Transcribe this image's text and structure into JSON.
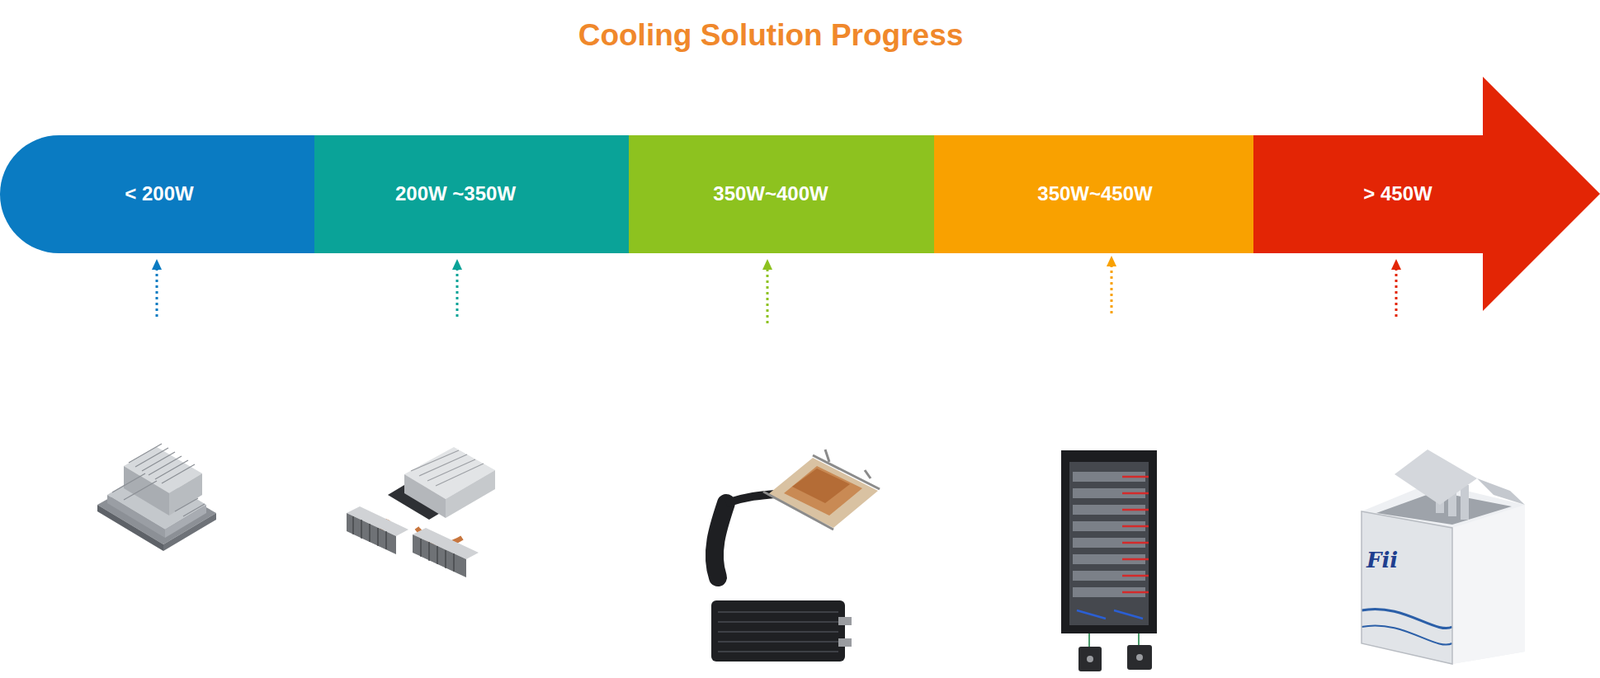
{
  "diagram": {
    "title": "Cooling Solution Progress",
    "nodes": [
      {
        "text": [
          "< 200W"
        ]
      },
      {
        "text": [
          "200W ~350W"
        ]
      },
      {
        "text": [
          "350W~400W"
        ]
      },
      {
        "text": [
          "350W~450W"
        ]
      },
      {
        "text": [
          "> 450W"
        ]
      }
    ],
    "labels": [
      "Fii"
    ]
  }
}
